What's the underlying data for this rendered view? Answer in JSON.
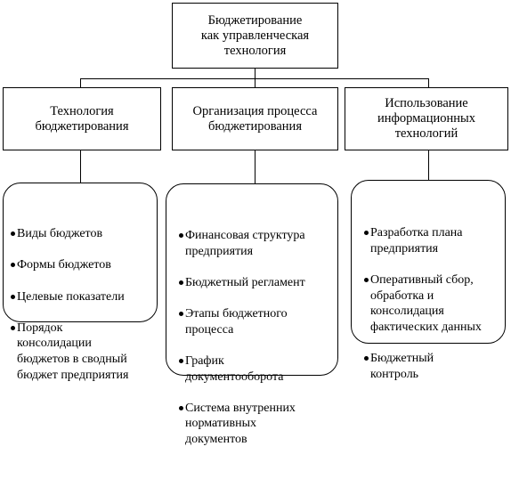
{
  "root": {
    "title": "Бюджетирование\nкак управленческая\nтехнология"
  },
  "branches": [
    {
      "title": "Технология\nбюджетирования",
      "items": [
        "Виды бюджетов",
        "Формы бюджетов",
        "Целевые показатели",
        "Порядок\nконсолидации\nбюджетов в сводный\nбюджет предприятия"
      ]
    },
    {
      "title": "Организация процесса\nбюджетирования",
      "items": [
        "Финансовая структура\nпредприятия",
        "Бюджетный регламент",
        "Этапы бюджетного\nпроцесса",
        "График\nдокументооборота",
        "Система внутренних\nнормативных\nдокументов"
      ]
    },
    {
      "title": "Использование\nинформационных\nтехнологий",
      "items": [
        "Разработка плана\nпредприятия",
        "Оперативный сбор,\nобработка и\nконсолидация\nфактических данных",
        "Бюджетный\nконтроль"
      ]
    }
  ]
}
